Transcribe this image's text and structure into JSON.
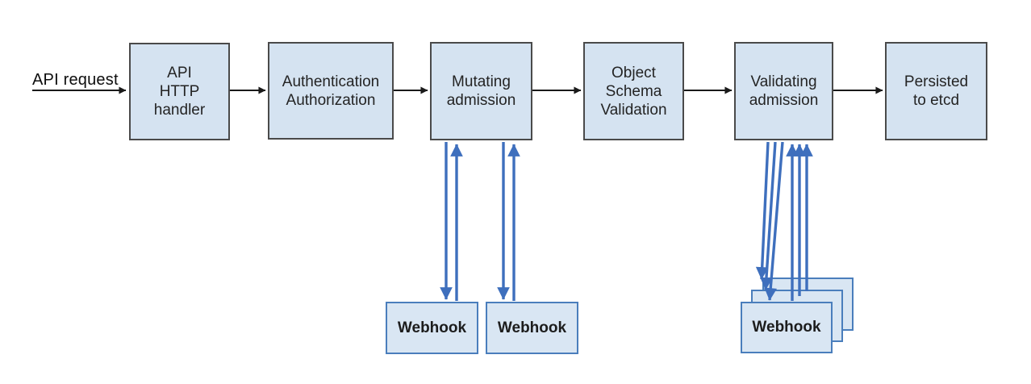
{
  "diagram": {
    "request_label": "API request",
    "nodes": {
      "api_http_handler": "API\nHTTP\nhandler",
      "auth": "Authentication\nAuthorization",
      "mutating": "Mutating\nadmission",
      "object_schema": "Object\nSchema\nValidation",
      "validating": "Validating\nadmission",
      "persisted": "Persisted\nto etcd"
    },
    "webhook_label": "Webhook",
    "edges": {
      "main_flow": [
        "API request",
        "API HTTP handler",
        "Authentication Authorization",
        "Mutating admission",
        "Object Schema Validation",
        "Validating admission",
        "Persisted to etcd"
      ],
      "webhook_calls": [
        {
          "from": "Mutating admission",
          "webhooks": 2,
          "bidirectional": true
        },
        {
          "from": "Validating admission",
          "webhooks": 3,
          "stacked": true,
          "bidirectional": true
        }
      ]
    },
    "colors": {
      "node_fill": "#d5e3f1",
      "node_border": "#4a4a4a",
      "webhook_fill": "#d9e6f3",
      "webhook_border": "#4a7ebc",
      "flow_arrow": "#1a1a1a",
      "webhook_arrow": "#3e6fbd"
    }
  }
}
